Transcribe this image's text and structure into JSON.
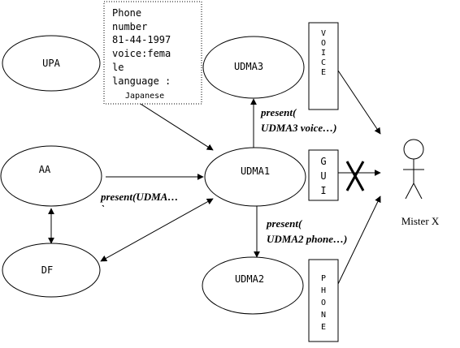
{
  "nodes": {
    "upa": "UPA",
    "aa": "AA",
    "df": "DF",
    "udma1": "UDMA1",
    "udma2": "UDMA2",
    "udma3": "UDMA3"
  },
  "note": {
    "line1": "Phone",
    "line2": "number",
    "line3": "81-44-1997",
    "line4": "voice:fema",
    "line5": "le",
    "line6": "language :",
    "line7": "Japanese"
  },
  "devices": {
    "voice": [
      "V",
      "O",
      "I",
      "C",
      "E"
    ],
    "gui": [
      "G",
      "U",
      "I"
    ],
    "phone": [
      "P",
      "H",
      "O",
      "N",
      "E"
    ]
  },
  "user": {
    "label": "Mister X"
  },
  "messages": {
    "udma3_line1": "present(",
    "udma3_line2": "UDMA3 voice…)",
    "udma1_label": "present(UDMA…",
    "udma1_tick": "`",
    "udma2_line1": "present(",
    "udma2_line2": "UDMA2 phone…)"
  }
}
